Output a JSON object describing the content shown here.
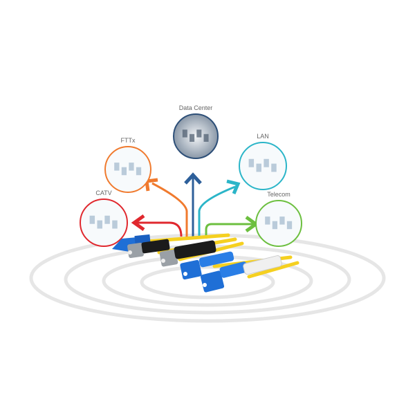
{
  "applications": [
    {
      "id": "catv",
      "label": "CATV",
      "color": "#e0282e",
      "icon": "catv-network-icon"
    },
    {
      "id": "fttx",
      "label": "FTTx",
      "color": "#f07a2e",
      "icon": "fttx-network-icon"
    },
    {
      "id": "datacenter",
      "label": "Data Center",
      "color": "#2d4f78",
      "icon": "server-room-icon"
    },
    {
      "id": "lan",
      "label": "LAN",
      "color": "#2bb5c8",
      "icon": "office-lan-icon"
    },
    {
      "id": "telecom",
      "label": "Telecom",
      "color": "#6cbf3f",
      "icon": "satellite-telecom-icon"
    }
  ],
  "cable_color": "#f5d020",
  "connector_blue": "#1f6fd6"
}
